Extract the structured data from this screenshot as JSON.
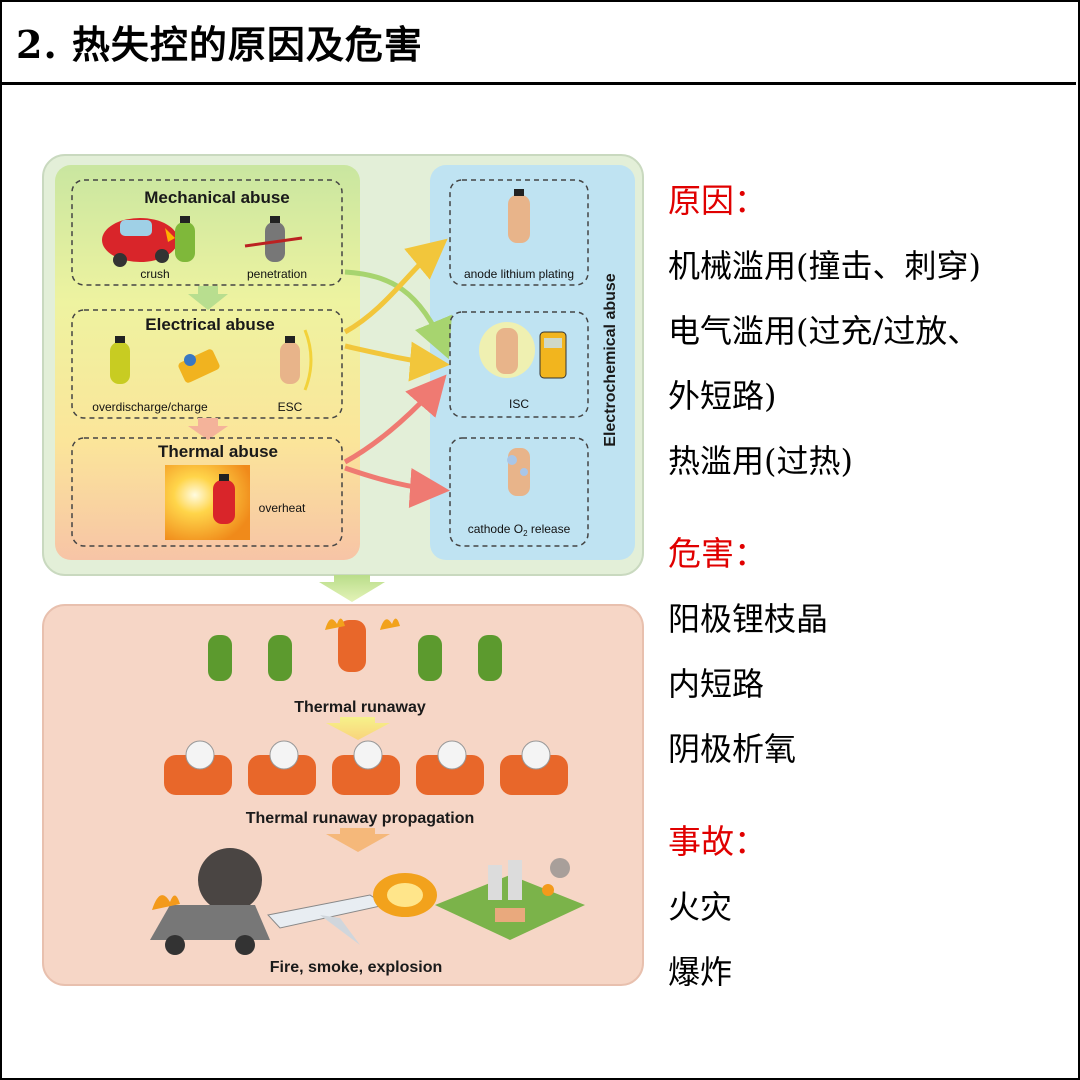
{
  "header": {
    "title": "2. 热失控的原因及危害"
  },
  "diagram": {
    "mechanical": {
      "title": "Mechanical abuse",
      "items": [
        "crush",
        "penetration"
      ]
    },
    "electrical": {
      "title": "Electrical abuse",
      "items": [
        "overdischarge/charge",
        "ESC"
      ]
    },
    "thermal": {
      "title": "Thermal abuse",
      "items": [
        "overheat"
      ]
    },
    "electrochemical": {
      "title": "Electrochemical abuse",
      "items": [
        "anode lithium plating",
        "ISC",
        "cathode O",
        "2",
        " release"
      ]
    },
    "stages": [
      "Thermal runaway",
      "Thermal runaway propagation",
      "Fire, smoke, explosion"
    ]
  },
  "causes": {
    "title": "原因：",
    "items": [
      "机械滥用(撞击、刺穿)",
      "电气滥用(过充/过放、",
      "外短路)",
      "热滥用(过热)"
    ]
  },
  "hazards": {
    "title": "危害：",
    "items": [
      "阳极锂枝晶",
      "内短路",
      "阴极析氧"
    ]
  },
  "accidents": {
    "title": "事故：",
    "items": [
      "火灾",
      "爆炸"
    ]
  },
  "colors": {
    "accent_red": "#e00000",
    "electrochem_blue": "#bfe3f2",
    "bottom_panel": "#f6d6c6"
  }
}
